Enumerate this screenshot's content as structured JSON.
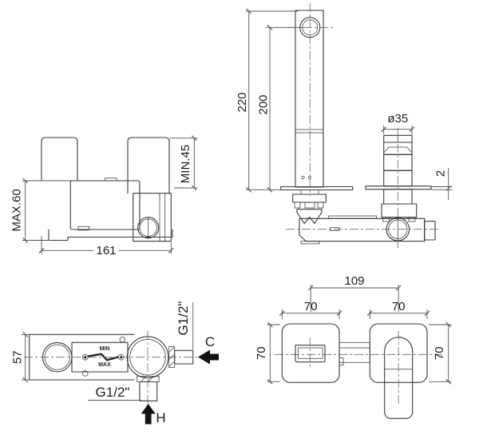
{
  "drawing_type": "faucet-installation-technical-drawing",
  "views": {
    "front_rough": {
      "dim_max": "MAX.60",
      "dim_min": "MIN.45",
      "dim_width": "161"
    },
    "side": {
      "dim_total_height": "220",
      "dim_spout_height": "200",
      "dim_cartridge_dia": "ø35",
      "dim_plate_thickness": "2"
    },
    "top": {
      "dim_depth": "57",
      "label_min": "MIN",
      "label_max": "MAX",
      "dim_cold_thread": "G1/2\"",
      "dim_hot_thread": "G1/2\"",
      "label_cold": "C",
      "label_hot": "H"
    },
    "front_trim": {
      "dim_centers": "109",
      "dim_left_width": "70",
      "dim_right_width": "70",
      "dim_left_height": "70",
      "dim_right_height": "70"
    }
  },
  "colors": {
    "line": "#3a3a3a",
    "dim_line": "#54545c",
    "centerline": "#6b6b6b",
    "text": "#1b1b26",
    "arrow_fill": "#121212",
    "background": "#ffffff"
  }
}
